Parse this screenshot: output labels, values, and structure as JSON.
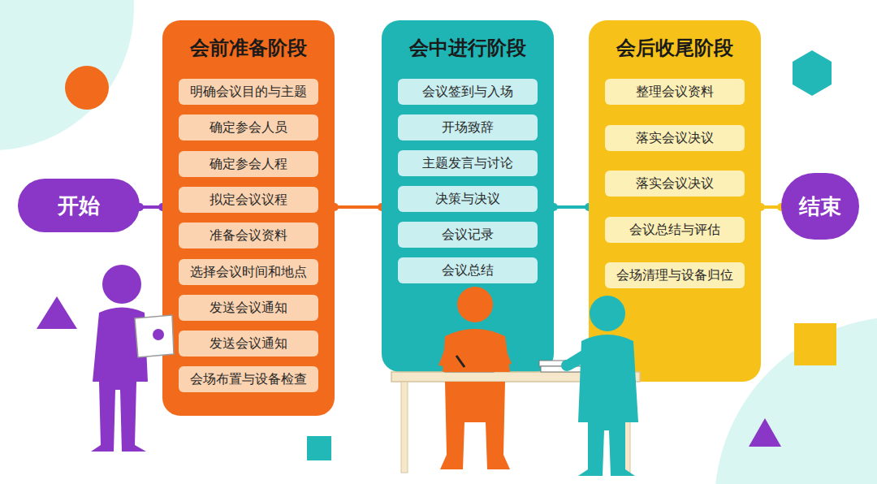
{
  "diagram": {
    "nodes": [
      {
        "text": [
          "开始"
        ]
      },
      {
        "text": [
          "会前准备阶段"
        ]
      },
      {
        "text": [
          "明确会议目的与主题"
        ],
        "in": 1
      },
      {
        "text": [
          "确定参会人员"
        ],
        "in": 1
      },
      {
        "text": [
          "确定参会人程"
        ],
        "in": 1
      },
      {
        "text": [
          "拟定会议议程"
        ],
        "in": 1
      },
      {
        "text": [
          "准备会议资料"
        ],
        "in": 1
      },
      {
        "text": [
          "选择会议时间和地点"
        ],
        "in": 1
      },
      {
        "text": [
          "发送会议通知"
        ],
        "in": 1
      },
      {
        "text": [
          "发送会议通知"
        ],
        "in": 1
      },
      {
        "text": [
          "会场布置与设备检查"
        ],
        "in": 1
      },
      {
        "text": [
          "会中进行阶段"
        ]
      },
      {
        "text": [
          "会议签到与入场"
        ],
        "in": 11
      },
      {
        "text": [
          "开场致辞"
        ],
        "in": 11
      },
      {
        "text": [
          "主题发言与讨论"
        ],
        "in": 11
      },
      {
        "text": [
          "决策与决议"
        ],
        "in": 11
      },
      {
        "text": [
          "会议记录"
        ],
        "in": 11
      },
      {
        "text": [
          "会议总结"
        ],
        "in": 11
      },
      {
        "text": [
          "会后收尾阶段"
        ]
      },
      {
        "text": [
          "整理会议资料"
        ],
        "in": 18
      },
      {
        "text": [
          "落实会议决议"
        ],
        "in": 18
      },
      {
        "text": [
          "落实会议决议"
        ],
        "in": 18
      },
      {
        "text": [
          "会议总结与评估"
        ],
        "in": 18
      },
      {
        "text": [
          "会场清理与设备归位"
        ],
        "in": 18
      },
      {
        "text": [
          "结束"
        ]
      }
    ],
    "edges": [
      {
        "from": 0,
        "to": 1,
        "arrow": "none"
      },
      {
        "from": 1,
        "to": 11,
        "arrow": "none"
      },
      {
        "from": 11,
        "to": 18,
        "arrow": "none"
      },
      {
        "from": 18,
        "to": 24,
        "arrow": "none"
      }
    ]
  }
}
